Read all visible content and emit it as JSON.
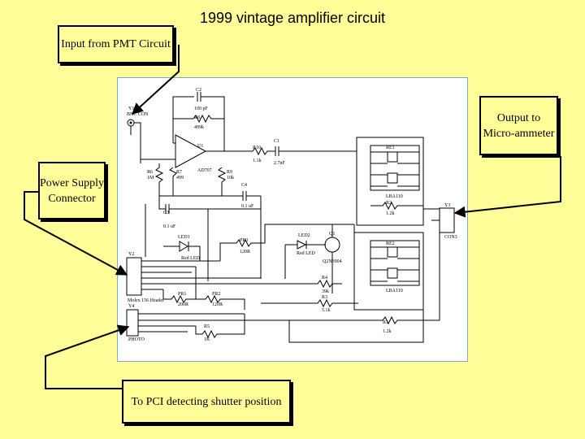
{
  "title": "1999 vintage amplifier circuit",
  "callouts": {
    "input": "Input from PMT Circuit",
    "output": "Output to Micro-ammeter",
    "power": "Power Supply Connector",
    "pci": "To PCI detecting shutter position"
  },
  "schematic": {
    "y1": "Y1",
    "y1_sub": "BNC CON",
    "c2": "C2",
    "c2_val": "100 pF",
    "r8": "R8",
    "r8_val": "499k",
    "u1": "U1",
    "u1_part": "AD707",
    "r10": "R10",
    "r10_val": "1.1k",
    "c1": "C1",
    "c1_val": "2.7nF",
    "r6": "R6",
    "r6_val": "1M",
    "r7": "R7",
    "r7_val": "499",
    "r9": "R9",
    "r9_val": "10k",
    "c4": "C4",
    "c4_val": "0.1 uF",
    "c3": "C3",
    "c3_val": "0.1 uF",
    "re1": "RE1",
    "re1_part": "LBA110",
    "r2": "R2",
    "r2_val": "1.2k",
    "y3": "Y3",
    "y3_sub": "CON3",
    "re2": "RE2",
    "re2_part": "LBA110",
    "led1": "LED1",
    "led1_val": "Red LED",
    "pr3": "PR3",
    "pr3_val": "120R",
    "led2": "LED2",
    "led2_val": "Red LED",
    "q1": "Q1",
    "q1_part": "Q2N3904",
    "r4": "R4",
    "r4_val": "39k",
    "r3": "R3",
    "r3_val": "5.1k",
    "y2": "Y2",
    "y2_sub": "Molex 156 Header",
    "pr1": "PR1",
    "pr1_val": "200R",
    "pr2": "PR2",
    "pr2_val": "120R",
    "r1": "R1",
    "r1_val": "1.2k",
    "y4": "Y4",
    "y4_sub": "PHOTO",
    "r5": "R5",
    "r5_val": "1K"
  }
}
